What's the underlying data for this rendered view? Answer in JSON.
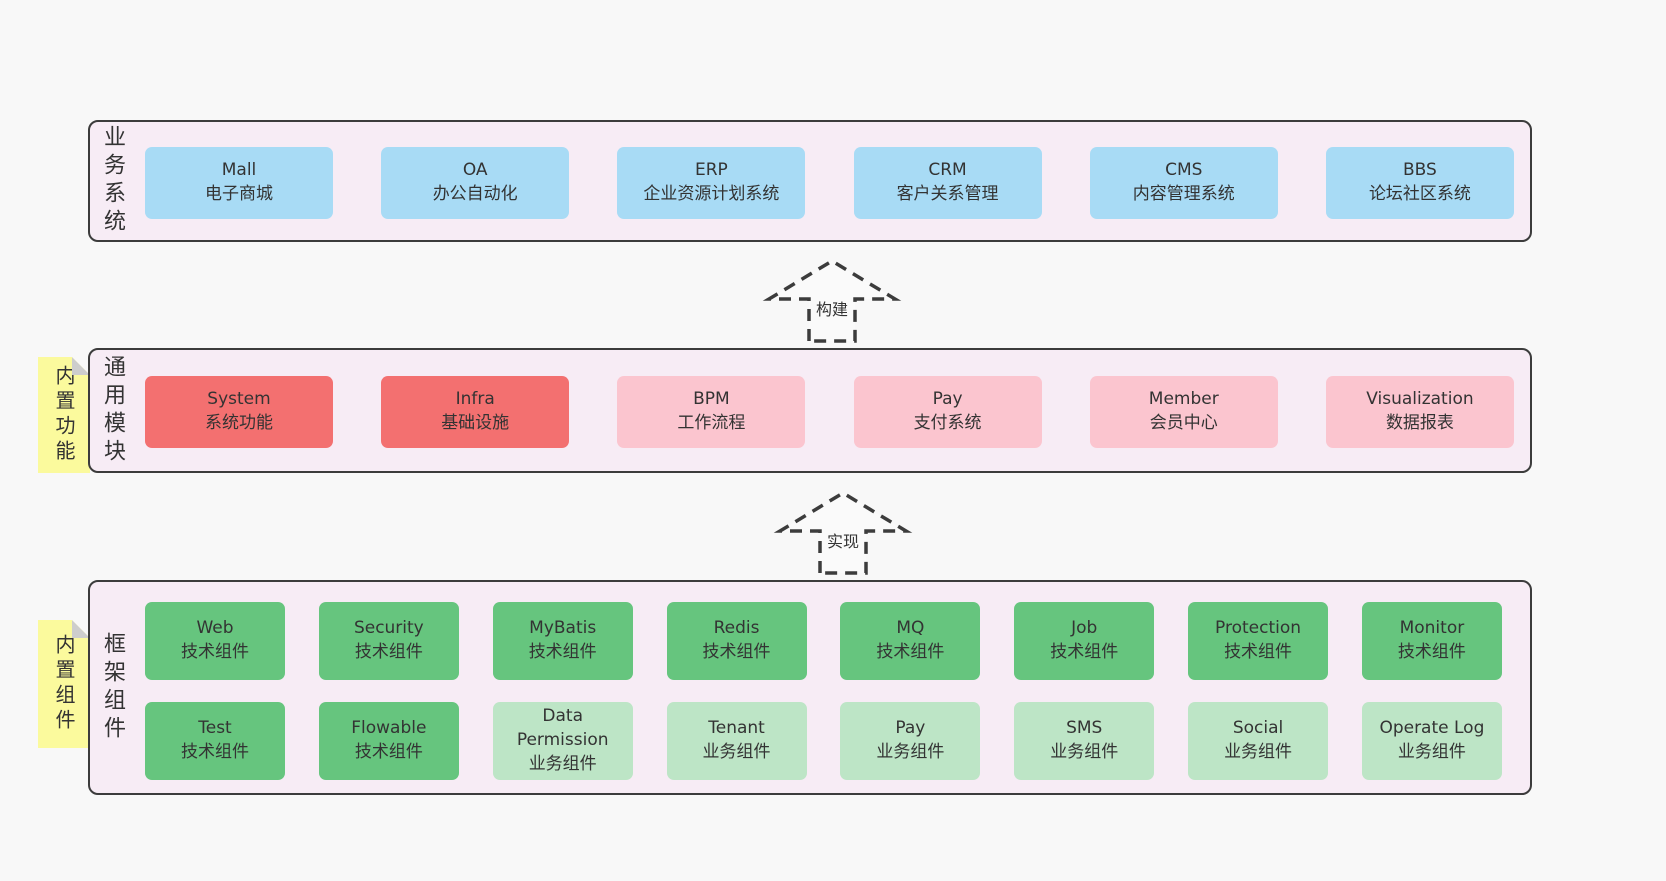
{
  "colors": {
    "page_bg": "#f8f8f8",
    "band_bg": "#f7ecf5",
    "band_border": "#3c3c3c",
    "blue_box": "#a8dbf5",
    "red_box": "#f37070",
    "pink_box": "#fbc5cf",
    "green_box": "#66c57e",
    "light_green_box": "#bde5c6",
    "note_yellow": "#fbfa9d",
    "note_fold_gray": "#cdcdcd",
    "text": "#333333"
  },
  "notes": [
    {
      "label": "内置功能"
    },
    {
      "label": "内置组件"
    }
  ],
  "arrows": [
    {
      "label": "构建"
    },
    {
      "label": "实现"
    }
  ],
  "bands": [
    {
      "label": "业务系统",
      "rows": [
        [
          {
            "name": "Mall",
            "desc": "电子商城",
            "type": "blue"
          },
          {
            "name": "OA",
            "desc": "办公自动化",
            "type": "blue"
          },
          {
            "name": "ERP",
            "desc": "企业资源计划系统",
            "type": "blue"
          },
          {
            "name": "CRM",
            "desc": "客户关系管理",
            "type": "blue"
          },
          {
            "name": "CMS",
            "desc": "内容管理系统",
            "type": "blue"
          },
          {
            "name": "BBS",
            "desc": "论坛社区系统",
            "type": "blue"
          }
        ]
      ]
    },
    {
      "label": "通用模块",
      "rows": [
        [
          {
            "name": "System",
            "desc": "系统功能",
            "type": "red"
          },
          {
            "name": "Infra",
            "desc": "基础设施",
            "type": "red"
          },
          {
            "name": "BPM",
            "desc": "工作流程",
            "type": "pink"
          },
          {
            "name": "Pay",
            "desc": "支付系统",
            "type": "pink"
          },
          {
            "name": "Member",
            "desc": "会员中心",
            "type": "pink"
          },
          {
            "name": "Visualization",
            "desc": "数据报表",
            "type": "pink"
          }
        ]
      ]
    },
    {
      "label": "框架组件",
      "rows": [
        [
          {
            "name": "Web",
            "desc": "技术组件",
            "type": "green"
          },
          {
            "name": "Security",
            "desc": "技术组件",
            "type": "green"
          },
          {
            "name": "MyBatis",
            "desc": "技术组件",
            "type": "green"
          },
          {
            "name": "Redis",
            "desc": "技术组件",
            "type": "green"
          },
          {
            "name": "MQ",
            "desc": "技术组件",
            "type": "green"
          },
          {
            "name": "Job",
            "desc": "技术组件",
            "type": "green"
          },
          {
            "name": "Protection",
            "desc": "技术组件",
            "type": "green"
          },
          {
            "name": "Monitor",
            "desc": "技术组件",
            "type": "green"
          }
        ],
        [
          {
            "name": "Test",
            "desc": "技术组件",
            "type": "green"
          },
          {
            "name": "Flowable",
            "desc": "技术组件",
            "type": "green"
          },
          {
            "name": "Data Permission",
            "desc": "业务组件",
            "type": "lightgreen"
          },
          {
            "name": "Tenant",
            "desc": "业务组件",
            "type": "lightgreen"
          },
          {
            "name": "Pay",
            "desc": "业务组件",
            "type": "lightgreen"
          },
          {
            "name": "SMS",
            "desc": "业务组件",
            "type": "lightgreen"
          },
          {
            "name": "Social",
            "desc": "业务组件",
            "type": "lightgreen"
          },
          {
            "name": "Operate Log",
            "desc": "业务组件",
            "type": "lightgreen"
          }
        ]
      ]
    }
  ]
}
